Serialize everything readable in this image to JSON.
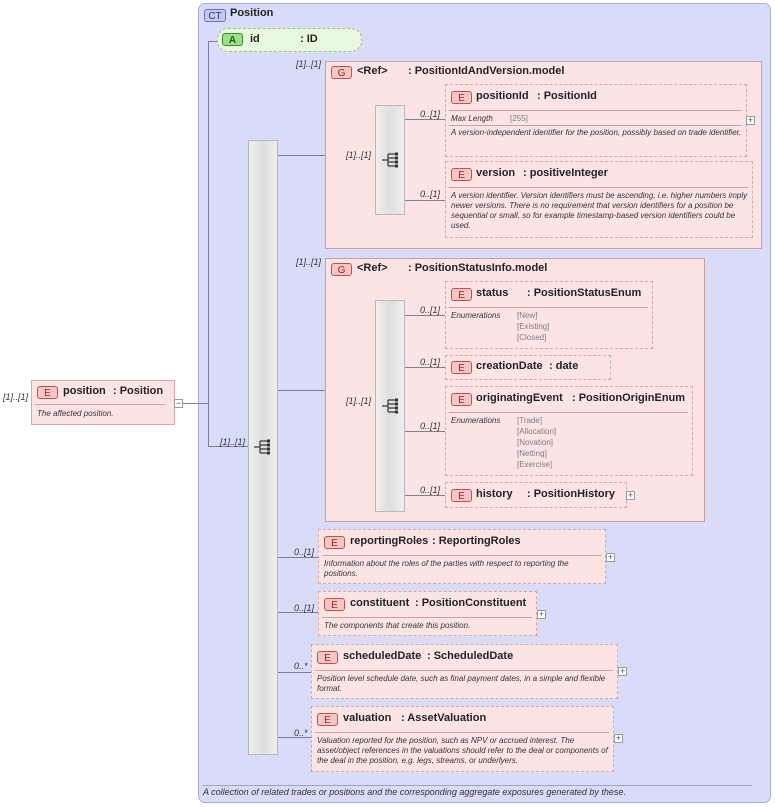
{
  "complex_type": {
    "badge": "CT",
    "name": "Position",
    "documentation": "A collection of related trades or positions and the corresponding aggregate exposures generated by these."
  },
  "attribute": {
    "badge": "A",
    "name": "id",
    "type": ": ID"
  },
  "root": {
    "multiplicity": "[1]..[1]",
    "badge": "E",
    "name": "position",
    "type": ": Position",
    "documentation": "The affected position.",
    "collapse": "−"
  },
  "main_sequence": {
    "multiplicity": "[1]..[1]"
  },
  "group1": {
    "multiplicity": "[1]..[1]",
    "badge": "G",
    "ref": "<Ref>",
    "name": ": PositionIdAndVersion.model",
    "seq_multiplicity": "[1]..[1]",
    "elements": [
      {
        "multiplicity": "0..[1]",
        "badge": "E",
        "name": "positionId",
        "type": ": PositionId",
        "facet_label": "Max Length",
        "facet_value": "[255]",
        "documentation": "A version-independent identifier for the position, possibly based on trade identifier."
      },
      {
        "multiplicity": "0..[1]",
        "badge": "E",
        "name": "version",
        "type": ": positiveInteger",
        "documentation": "A version identifier. Version identifiers must be ascending, i.e. higher numbers imply newer versions. There is no requirement that version identifiers for a position be sequential or small, so for example timestamp-based version identifiers could be used."
      }
    ]
  },
  "group2": {
    "multiplicity": "[1]..[1]",
    "badge": "G",
    "ref": "<Ref>",
    "name": ": PositionStatusInfo.model",
    "seq_multiplicity": "[1]..[1]",
    "elements": [
      {
        "multiplicity": "0..[1]",
        "badge": "E",
        "name": "status",
        "type": ": PositionStatusEnum",
        "enum_label": "Enumerations",
        "enums": [
          "[New]",
          "[Existing]",
          "[Closed]"
        ]
      },
      {
        "multiplicity": "0..[1]",
        "badge": "E",
        "name": "creationDate",
        "type": ": date"
      },
      {
        "multiplicity": "0..[1]",
        "badge": "E",
        "name": "originatingEvent",
        "type": ": PositionOriginEnum",
        "enum_label": "Enumerations",
        "enums": [
          "[Trade]",
          "[Allocation]",
          "[Novation]",
          "[Netting]",
          "[Exercise]"
        ]
      },
      {
        "multiplicity": "0..[1]",
        "badge": "E",
        "name": "history",
        "type": ": PositionHistory"
      }
    ]
  },
  "elements": [
    {
      "multiplicity": "0..[1]",
      "badge": "E",
      "name": "reportingRoles",
      "type": ": ReportingRoles",
      "documentation": "Information about the roles of the parties with respect to reporting the positions."
    },
    {
      "multiplicity": "0..[1]",
      "badge": "E",
      "name": "constituent",
      "type": ": PositionConstituent",
      "documentation": "The components that create this position."
    },
    {
      "multiplicity": "0..*",
      "badge": "E",
      "name": "scheduledDate",
      "type": ": ScheduledDate",
      "documentation": "Position level schedule date, such as final payment dates, in a simple and flexible format."
    },
    {
      "multiplicity": "0..*",
      "badge": "E",
      "name": "valuation",
      "type": ": AssetValuation",
      "documentation": "Valuation reported for the position, such as NPV or accrued interest. The asset/object references in the valuations should refer to the deal or components of the deal in the position, e.g. legs, streams, or underlyers."
    }
  ],
  "expand_symbol": "+",
  "colors": {
    "ct_bg": "#d8dcf9",
    "element_bg": "#fde4e4",
    "attribute_bg": "#e8f8e0",
    "badge_e": "#f9c5c5"
  }
}
